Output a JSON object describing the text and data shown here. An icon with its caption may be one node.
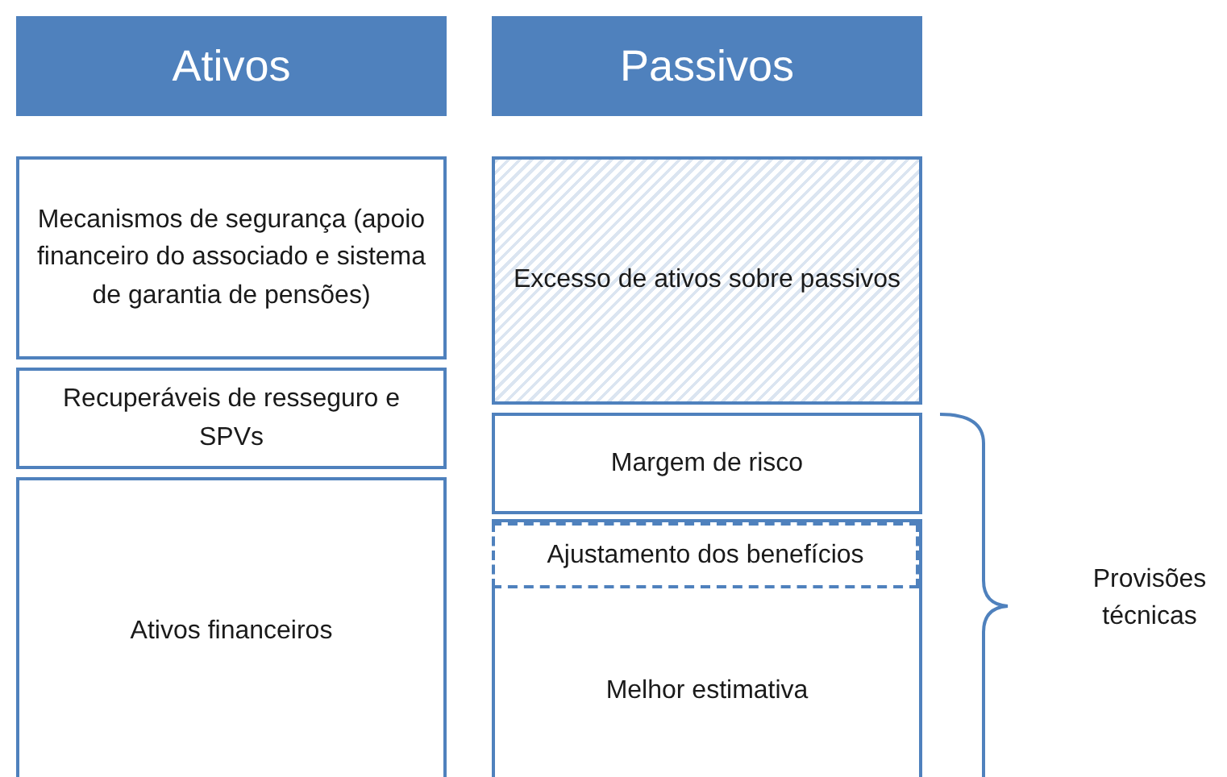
{
  "diagram": {
    "nodes": [
      {
        "text": [
          "Ativos"
        ]
      },
      {
        "text": [
          "Passivos"
        ]
      },
      {
        "text": [
          "Mecanismos de segurança (apoio financeiro do associado e sistema de garantia de pensões)"
        ]
      },
      {
        "text": [
          "Recuperáveis de resseguro e SPVs"
        ]
      },
      {
        "text": [
          "Ativos financeiros"
        ]
      },
      {
        "text": [
          "Excesso de ativos sobre passivos"
        ]
      },
      {
        "text": [
          "Margem de risco"
        ]
      },
      {
        "text": [
          "Melhor estimativa"
        ]
      },
      {
        "text": [
          "Ajustamento dos benefícios"
        ],
        "in": 7
      }
    ],
    "edges": [],
    "labels": [
      "Provisões técnicas"
    ]
  }
}
